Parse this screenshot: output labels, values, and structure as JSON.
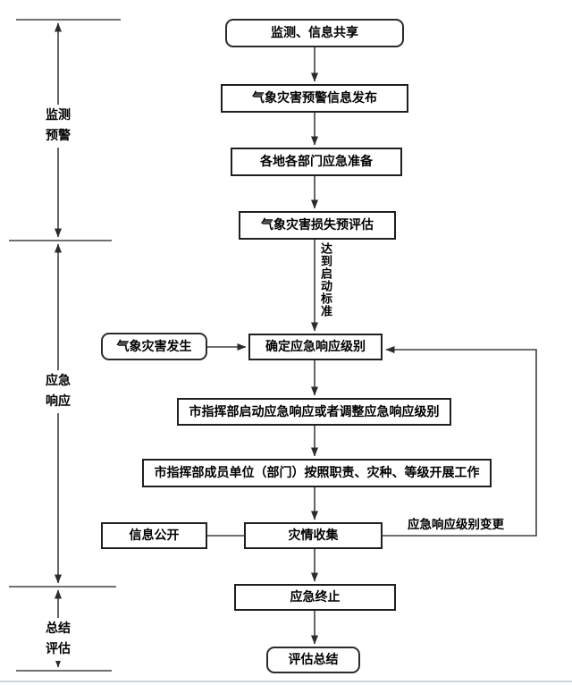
{
  "diagram": {
    "nodes": {
      "monitoring_sharing": "监测、信息共享",
      "warning_release": "气象灾害预警信息发布",
      "dept_preparation": "各地各部门应急准备",
      "loss_preassessment": "气象灾害损失预评估",
      "disaster_occurs": "气象灾害发生",
      "determine_level": "确定应急响应级别",
      "start_adjust_response": "市指挥部启动应急响应或者调整应急响应级别",
      "members_work": "市指挥部成员单位（部门）按照职责、灾种、等级开展工作",
      "info_disclosure": "信息公开",
      "disaster_collection": "灾情收集",
      "emergency_end": "应急终止",
      "evaluation_summary": "评估总结"
    },
    "edge_labels": {
      "reach_threshold": "达到启动标准",
      "level_change": "应急响应级别变更"
    },
    "phases": [
      {
        "line1": "监测",
        "line2": "预警"
      },
      {
        "line1": "应急",
        "line2": "响应"
      },
      {
        "line1": "总结",
        "line2": "评估"
      }
    ],
    "colors": {
      "stroke": "#404040",
      "border": "#1f1f1f",
      "text": "#000000",
      "background": "#ffffff"
    }
  }
}
